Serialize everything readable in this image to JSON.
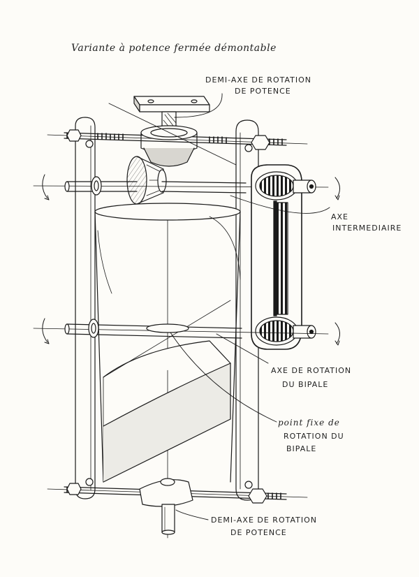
{
  "title": "Variante à potence fermée démontable",
  "labels": {
    "top_half_axis_line1": "DEMI-AXE DE ROTATION",
    "top_half_axis_line2": "DE POTENCE",
    "intermediate_axis_line1": "AXE",
    "intermediate_axis_line2": "INTERMEDIAIRE",
    "bipale_axis_line1": "AXE DE ROTATION",
    "bipale_axis_line2": "DU BIPALE",
    "fixed_point_line1": "point fixe de",
    "fixed_point_line2": "ROTATION DU",
    "fixed_point_line3": "BIPALE",
    "bottom_half_axis_line1": "DEMI-AXE DE ROTATION",
    "bottom_half_axis_line2": "DE POTENCE"
  },
  "colors": {
    "ink": "#1a1a1a",
    "paper": "#fdfcf8",
    "shade": "#d8d6d0"
  }
}
